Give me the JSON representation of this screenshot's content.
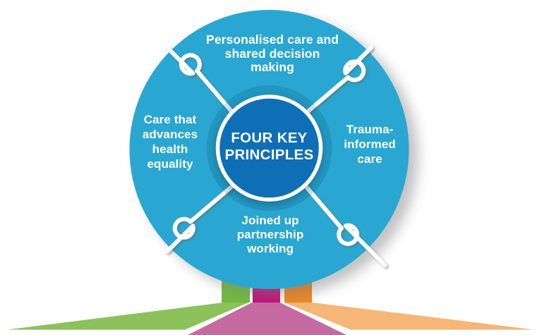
{
  "diagram": {
    "center_label": "FOUR KEY\nPRINCIPLES",
    "segments": {
      "top": "Personalised care and\nshared decision\nmaking",
      "left": "Care that\nadvances\nhealth\nequality",
      "right": "Trauma-\ninformed\ncare",
      "bottom": "Joined up\npartnership\nworking"
    }
  },
  "colors": {
    "background": "#ffffff",
    "puzzle_teal": "#29a7d2",
    "center_blue": "#0e6fb6",
    "label_text": "#ffffff",
    "divider_silver": "#d7dbde",
    "bar_green": "#72b944",
    "bar_magenta": "#c01178",
    "bar_orange": "#f0891e",
    "road_green": "#8cc15c",
    "road_pink": "#c66ba2",
    "road_orange": "#f5b678"
  }
}
